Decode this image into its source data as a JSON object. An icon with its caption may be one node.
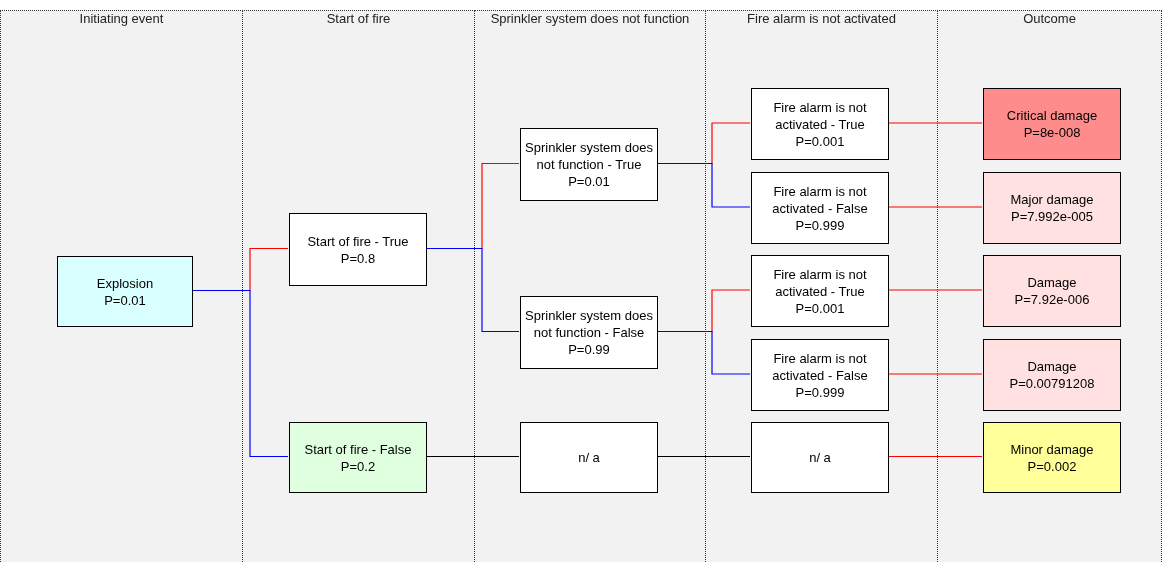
{
  "diagram": {
    "nodes": [
      {
        "text": [
          "Initiating event"
        ]
      },
      {
        "text": [
          "Start of fire"
        ]
      },
      {
        "text": [
          "Sprinkler system does not function"
        ]
      },
      {
        "text": [
          "Fire alarm is not activated"
        ]
      },
      {
        "text": [
          "Outcome"
        ]
      },
      {
        "text": [
          "Explosion",
          "P=0.01"
        ],
        "in": 0
      },
      {
        "text": [
          "Start of fire - True",
          "P=0.8"
        ],
        "in": 1
      },
      {
        "text": [
          "Start of fire - False",
          "P=0.2"
        ],
        "in": 1
      },
      {
        "text": [
          "Sprinkler system does not function - True",
          "P=0.01"
        ],
        "in": 2
      },
      {
        "text": [
          "Sprinkler system does not function - False",
          "P=0.99"
        ],
        "in": 2
      },
      {
        "text": [
          "n/ a"
        ],
        "in": 2
      },
      {
        "text": [
          "Fire alarm is not activated - True",
          "P=0.001"
        ],
        "in": 3
      },
      {
        "text": [
          "Fire alarm is not activated - False",
          "P=0.999"
        ],
        "in": 3
      },
      {
        "text": [
          "Fire alarm is not activated - True",
          "P=0.001"
        ],
        "in": 3
      },
      {
        "text": [
          "Fire alarm is not activated - False",
          "P=0.999"
        ],
        "in": 3
      },
      {
        "text": [
          "n/ a"
        ],
        "in": 3
      },
      {
        "text": [
          "Critical damage",
          "P=8e-008"
        ],
        "in": 4
      },
      {
        "text": [
          "Major damage",
          "P=7.992e-005"
        ],
        "in": 4
      },
      {
        "text": [
          "Damage",
          "P=7.92e-006"
        ],
        "in": 4
      },
      {
        "text": [
          "Damage",
          "P=0.00791208"
        ],
        "in": 4
      },
      {
        "text": [
          "Minor damage",
          "P=0.002"
        ],
        "in": 4
      }
    ],
    "edges": [
      {
        "from": 5,
        "to": 6,
        "arrow": "none"
      },
      {
        "from": 5,
        "to": 7,
        "arrow": "none",
        "color": "#0000ff"
      },
      {
        "from": 6,
        "to": 8,
        "arrow": "none"
      },
      {
        "from": 6,
        "to": 9,
        "arrow": "none",
        "color": "#0000ff"
      },
      {
        "from": 8,
        "to": 11,
        "arrow": "none"
      },
      {
        "from": 8,
        "to": 12,
        "arrow": "none",
        "color": "#0000ff"
      },
      {
        "from": 9,
        "to": 13,
        "arrow": "none"
      },
      {
        "from": 9,
        "to": 14,
        "arrow": "none",
        "color": "#0000ff"
      },
      {
        "from": 7,
        "to": 10,
        "arrow": "none",
        "color": "#000000"
      },
      {
        "from": 10,
        "to": 15,
        "arrow": "none",
        "color": "#000000"
      },
      {
        "from": 11,
        "to": 16,
        "arrow": "none"
      },
      {
        "from": 12,
        "to": 17,
        "arrow": "none"
      },
      {
        "from": 13,
        "to": 18,
        "arrow": "none"
      },
      {
        "from": 14,
        "to": 19,
        "arrow": "none"
      },
      {
        "from": 15,
        "to": 20,
        "arrow": "none"
      }
    ]
  }
}
